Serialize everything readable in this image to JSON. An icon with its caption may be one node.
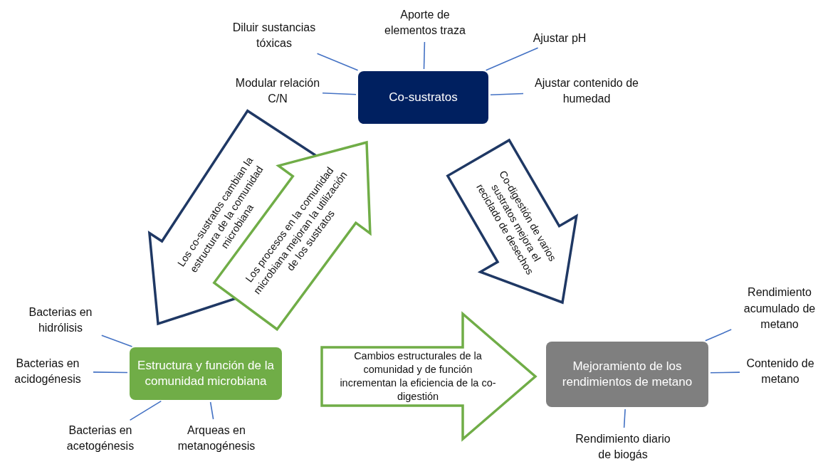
{
  "diagram": {
    "nodes": [
      {
        "text": [
          "Co-sustratos"
        ]
      },
      {
        "text": [
          "Diluir sustancias tóxicas"
        ]
      },
      {
        "text": [
          "Aporte de elementos traza"
        ]
      },
      {
        "text": [
          "Ajustar pH"
        ]
      },
      {
        "text": [
          "Modular relación C/N"
        ]
      },
      {
        "text": [
          "Ajustar contenido de humedad"
        ]
      },
      {
        "text": [
          "Estructura y función de la comunidad microbiana"
        ]
      },
      {
        "text": [
          "Bacterias en hidrólisis"
        ]
      },
      {
        "text": [
          "Bacterias en acidogénesis"
        ]
      },
      {
        "text": [
          "Bacterias en acetogénesis"
        ]
      },
      {
        "text": [
          "Arqueas en metanogénesis"
        ]
      },
      {
        "text": [
          "Mejoramiento de los rendimientos de metano"
        ]
      },
      {
        "text": [
          "Rendimiento acumulado de metano"
        ]
      },
      {
        "text": [
          "Contenido de metano"
        ]
      },
      {
        "text": [
          "Rendimiento diario de biogás"
        ]
      }
    ],
    "edges": [
      {
        "from": 1,
        "to": 0,
        "arrow": "none"
      },
      {
        "from": 2,
        "to": 0,
        "arrow": "none"
      },
      {
        "from": 3,
        "to": 0,
        "arrow": "none"
      },
      {
        "from": 4,
        "to": 0,
        "arrow": "none"
      },
      {
        "from": 5,
        "to": 0,
        "arrow": "none"
      },
      {
        "from": 7,
        "to": 6,
        "arrow": "none"
      },
      {
        "from": 8,
        "to": 6,
        "arrow": "none"
      },
      {
        "from": 9,
        "to": 6,
        "arrow": "none"
      },
      {
        "from": 10,
        "to": 6,
        "arrow": "none"
      },
      {
        "from": 12,
        "to": 11,
        "arrow": "none"
      },
      {
        "from": 13,
        "to": 11,
        "arrow": "none"
      },
      {
        "from": 14,
        "to": 11,
        "arrow": "none"
      },
      {
        "from": 0,
        "to": 6,
        "arrow": "to",
        "label": "Los co-sustratos cambian la estructura de la comunidad microbiana",
        "style": "thick",
        "color": "#1f3864"
      },
      {
        "from": 6,
        "to": 0,
        "arrow": "to",
        "label": "Los procesos en la comunidad microbiana mejoran la utilización de los sustratos",
        "style": "thick",
        "color": "#70ad47"
      },
      {
        "from": 0,
        "to": 11,
        "arrow": "to",
        "label": "Co-digestión de varios sustratos mejora el reciclado de desechos",
        "style": "thick",
        "color": "#1f3864"
      },
      {
        "from": 6,
        "to": 11,
        "arrow": "to",
        "label": "Cambios estructurales de la comunidad y de función incrementan la eficiencia de la co-digestión",
        "style": "thick",
        "color": "#70ad47"
      }
    ]
  }
}
